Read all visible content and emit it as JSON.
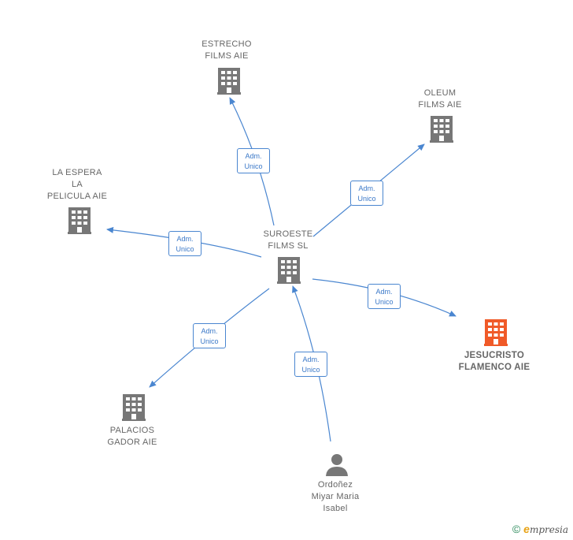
{
  "center": {
    "label": "SUROESTE\nFILMS SL",
    "icon": "building-icon",
    "color": "#777777"
  },
  "nodes": [
    {
      "key": "estrecho",
      "label": "ESTRECHO\nFILMS AIE",
      "icon": "building-icon",
      "color": "#777777"
    },
    {
      "key": "oleum",
      "label": "OLEUM\nFILMS AIE",
      "icon": "building-icon",
      "color": "#777777"
    },
    {
      "key": "laespera",
      "label": "LA ESPERA\nLA\nPELICULA AIE",
      "icon": "building-icon",
      "color": "#777777"
    },
    {
      "key": "jesucristo",
      "label": "JESUCRISTO\nFLAMENCO AIE",
      "icon": "building-icon",
      "color": "#f05a28"
    },
    {
      "key": "palacios",
      "label": "PALACIOS\nGADOR AIE",
      "icon": "building-icon",
      "color": "#777777"
    },
    {
      "key": "ordonez",
      "label": "Ordoñez\nMiyar Maria\nIsabel",
      "icon": "person-icon",
      "color": "#777777"
    }
  ],
  "edges": [
    {
      "label": "Adm.\nUnico",
      "to": "estrecho"
    },
    {
      "label": "Adm.\nUnico",
      "to": "oleum"
    },
    {
      "label": "Adm.\nUnico",
      "to": "laespera"
    },
    {
      "label": "Adm.\nUnico",
      "to": "jesucristo"
    },
    {
      "label": "Adm.\nUnico",
      "to": "palacios"
    },
    {
      "label": "Adm.\nUnico",
      "to": "center"
    }
  ],
  "colors": {
    "edge": "#4a86d0"
  },
  "footer": {
    "copyright": "©",
    "brand_initial": "e",
    "brand_rest": "mpresia"
  }
}
